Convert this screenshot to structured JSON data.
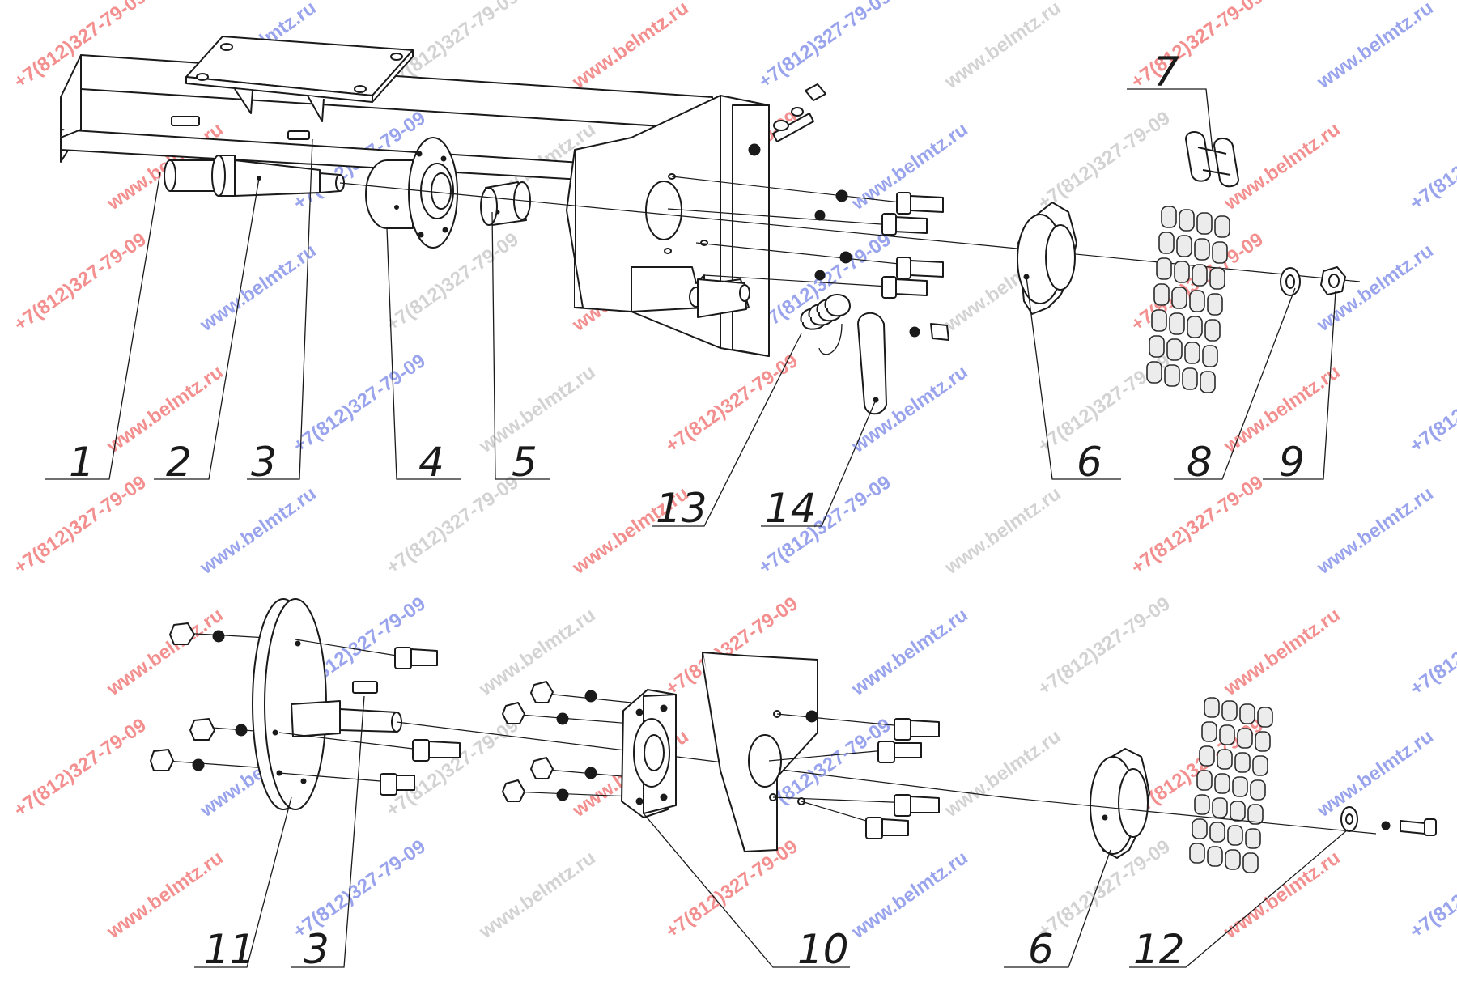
{
  "callouts": {
    "c1": "1",
    "c2": "2",
    "c3": "3",
    "c4": "4",
    "c5": "5",
    "c6": "6",
    "c7": "7",
    "c8": "8",
    "c9": "9",
    "c13": "13",
    "c14": "14",
    "c11": "11",
    "c3b": "3",
    "c10": "10",
    "c6b": "6",
    "c12": "12"
  },
  "watermarks": {
    "site": "www.belmtz.ru",
    "phone": "+7(812)327-79-09"
  },
  "colors": {
    "line": "#1a1a1a",
    "watermark_red": "#ef6a6a",
    "watermark_blue": "#6f7ee6",
    "watermark_grey": "#c9c9c9"
  }
}
